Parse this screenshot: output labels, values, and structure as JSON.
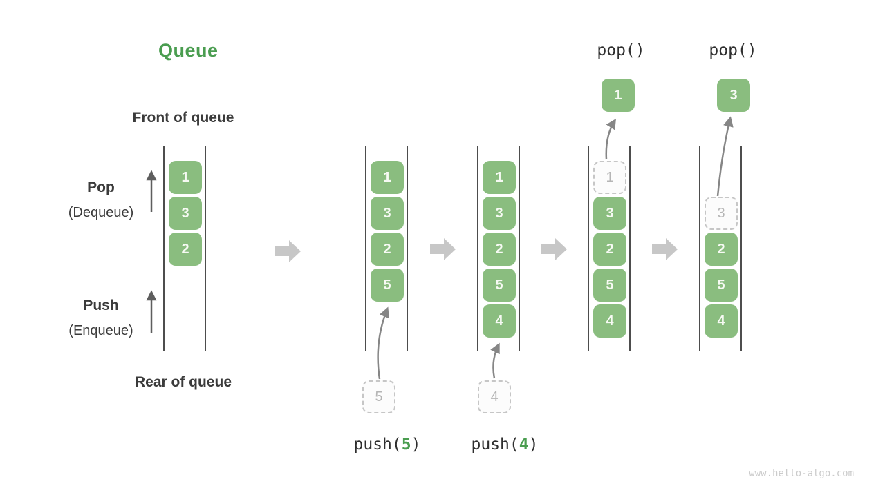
{
  "title": "Queue",
  "side_labels": {
    "front": "Front of queue",
    "rear": "Rear of queue",
    "pop_main": "Pop",
    "pop_sub": "(Dequeue)",
    "push_main": "Push",
    "push_sub": "(Enqueue)"
  },
  "op_labels": {
    "pop1": "pop()",
    "pop2": "pop()",
    "push1_pre": "push(",
    "push1_arg": "5",
    "push1_post": ")",
    "push2_pre": "push(",
    "push2_arg": "4",
    "push2_post": ")"
  },
  "queues": [
    {
      "name": "state-1",
      "cells": [
        {
          "value": "1"
        },
        {
          "value": "3"
        },
        {
          "value": "2"
        }
      ]
    },
    {
      "name": "state-2-after-push5",
      "cells": [
        {
          "value": "1"
        },
        {
          "value": "3"
        },
        {
          "value": "2"
        },
        {
          "value": "5"
        }
      ]
    },
    {
      "name": "state-3-after-push4",
      "cells": [
        {
          "value": "1"
        },
        {
          "value": "3"
        },
        {
          "value": "2"
        },
        {
          "value": "5"
        },
        {
          "value": "4"
        }
      ]
    },
    {
      "name": "state-4-after-pop",
      "cells": [
        {
          "value": "1",
          "ghost": true
        },
        {
          "value": "3"
        },
        {
          "value": "2"
        },
        {
          "value": "5"
        },
        {
          "value": "4"
        }
      ]
    },
    {
      "name": "state-5-after-pop",
      "cells": [
        {
          "value": "3",
          "ghost": true
        },
        {
          "value": "2"
        },
        {
          "value": "5"
        },
        {
          "value": "4"
        }
      ]
    }
  ],
  "pending_items": [
    {
      "value": "5"
    },
    {
      "value": "4"
    }
  ],
  "popped_items": [
    {
      "value": "1"
    },
    {
      "value": "3"
    }
  ],
  "watermark": "www.hello-algo.com",
  "colors": {
    "cell_green": "#8abd7f",
    "accent_green": "#4a9d50",
    "dark_text": "#3b3b3b",
    "queue_line": "#4d4d4d",
    "ghost_gray": "#c6c6c6",
    "flow_arrow_gray": "#c7c7c7",
    "transfer_arrow_gray": "#868686",
    "watermark_gray": "#cbcbcb"
  }
}
